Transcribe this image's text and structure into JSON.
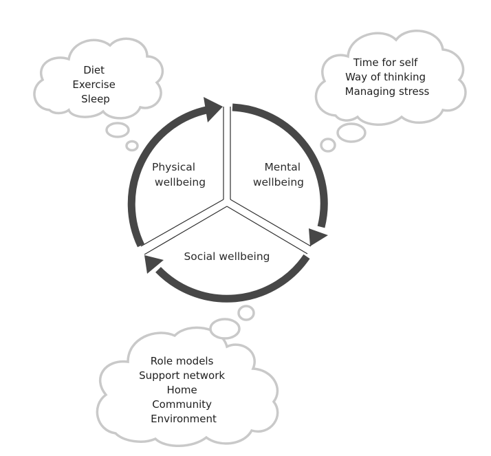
{
  "diagram": {
    "title": "",
    "colors": {
      "arrow": "#474747",
      "cloud_stroke": "#c9c9c9",
      "text": "#1e1e1e"
    },
    "sectors": [
      {
        "id": "physical",
        "label_lines": [
          "Physical",
          "wellbeing"
        ]
      },
      {
        "id": "mental",
        "label_lines": [
          "Mental",
          "wellbeing"
        ]
      },
      {
        "id": "social",
        "label_lines": [
          "Social wellbeing"
        ]
      }
    ],
    "clouds": [
      {
        "id": "physical",
        "items": [
          "Diet",
          "Exercise",
          "Sleep"
        ]
      },
      {
        "id": "mental",
        "items": [
          "Time for self",
          "Way of thinking",
          "Managing stress"
        ]
      },
      {
        "id": "social",
        "items": [
          "Role models",
          "Support network",
          "Home",
          "Community",
          "Environment"
        ]
      }
    ],
    "cycle_direction": "clockwise"
  }
}
